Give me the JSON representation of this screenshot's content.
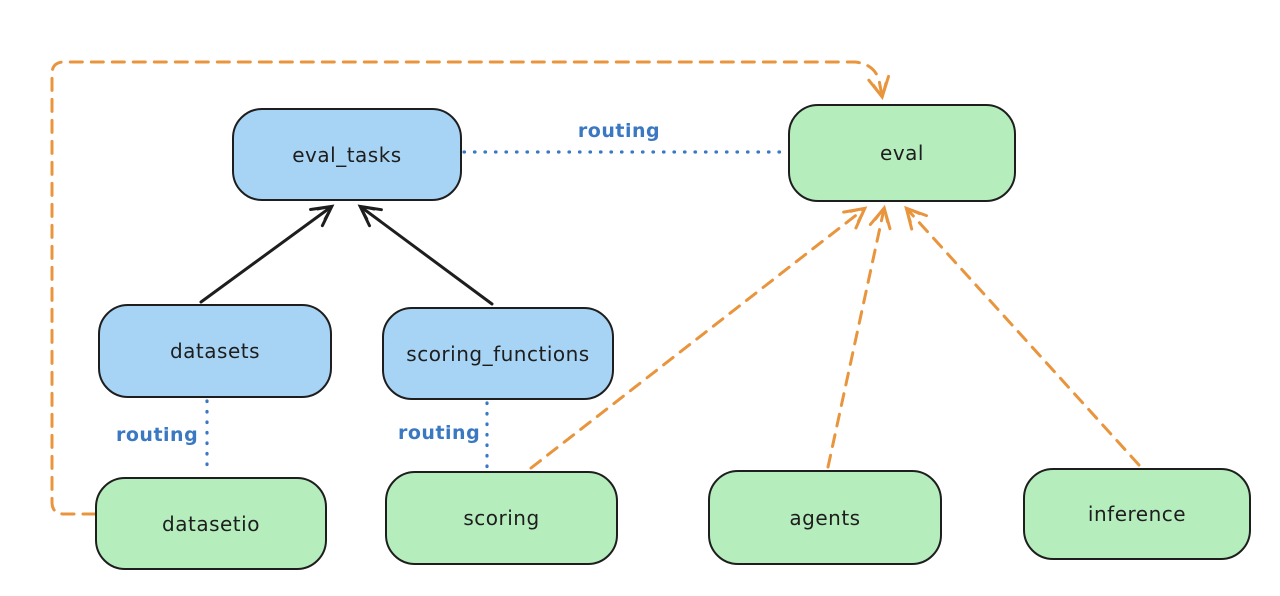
{
  "diagram": {
    "background": "#ffffff",
    "colors": {
      "node_stroke": "#1e1e1e",
      "node_blue_fill": "#a7d4f4",
      "node_green_fill": "#b5edbd",
      "routing_blue": "#3b78c2",
      "arrow_black": "#1e1e1e",
      "arrow_orange": "#e8953d"
    },
    "nodes": [
      {
        "id": "eval_tasks",
        "label": "eval_tasks",
        "color": "blue"
      },
      {
        "id": "eval",
        "label": "eval",
        "color": "green"
      },
      {
        "id": "datasets",
        "label": "datasets",
        "color": "blue"
      },
      {
        "id": "scoring_functions",
        "label": "scoring_functions",
        "color": "blue"
      },
      {
        "id": "datasetio",
        "label": "datasetio",
        "color": "green"
      },
      {
        "id": "scoring",
        "label": "scoring",
        "color": "green"
      },
      {
        "id": "agents",
        "label": "agents",
        "color": "green"
      },
      {
        "id": "inference",
        "label": "inference",
        "color": "green"
      }
    ],
    "edges": [
      {
        "from": "eval_tasks",
        "to": "eval",
        "style": "dotted",
        "color": "blue",
        "label": "routing"
      },
      {
        "from": "datasets",
        "to": "eval_tasks",
        "style": "solid-arrow",
        "color": "black",
        "label": ""
      },
      {
        "from": "scoring_functions",
        "to": "eval_tasks",
        "style": "solid-arrow",
        "color": "black",
        "label": ""
      },
      {
        "from": "datasets",
        "to": "datasetio",
        "style": "dotted",
        "color": "blue",
        "label": "routing"
      },
      {
        "from": "scoring_functions",
        "to": "scoring",
        "style": "dotted",
        "color": "blue",
        "label": "routing"
      },
      {
        "from": "datasetio",
        "to": "eval",
        "style": "dashed-arrow",
        "color": "orange",
        "label": ""
      },
      {
        "from": "scoring",
        "to": "eval",
        "style": "dashed-arrow",
        "color": "orange",
        "label": ""
      },
      {
        "from": "agents",
        "to": "eval",
        "style": "dashed-arrow",
        "color": "orange",
        "label": ""
      },
      {
        "from": "inference",
        "to": "eval",
        "style": "dashed-arrow",
        "color": "orange",
        "label": ""
      }
    ]
  }
}
